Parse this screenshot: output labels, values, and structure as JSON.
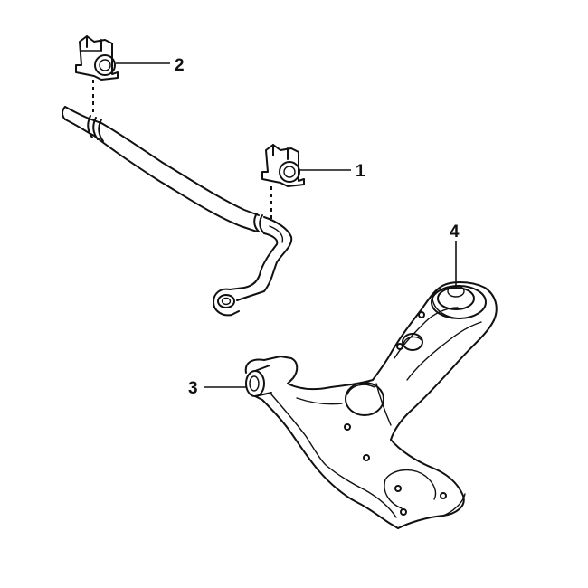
{
  "callouts": [
    {
      "id": "1",
      "label": "1",
      "part": "stabilizer-bushing-right"
    },
    {
      "id": "2",
      "label": "2",
      "part": "stabilizer-bushing-left"
    },
    {
      "id": "3",
      "label": "3",
      "part": "lower-arm-front-bushing"
    },
    {
      "id": "4",
      "label": "4",
      "part": "lower-arm-rear-bushing"
    }
  ],
  "colors": {
    "line": "#111111",
    "background": "#ffffff"
  }
}
